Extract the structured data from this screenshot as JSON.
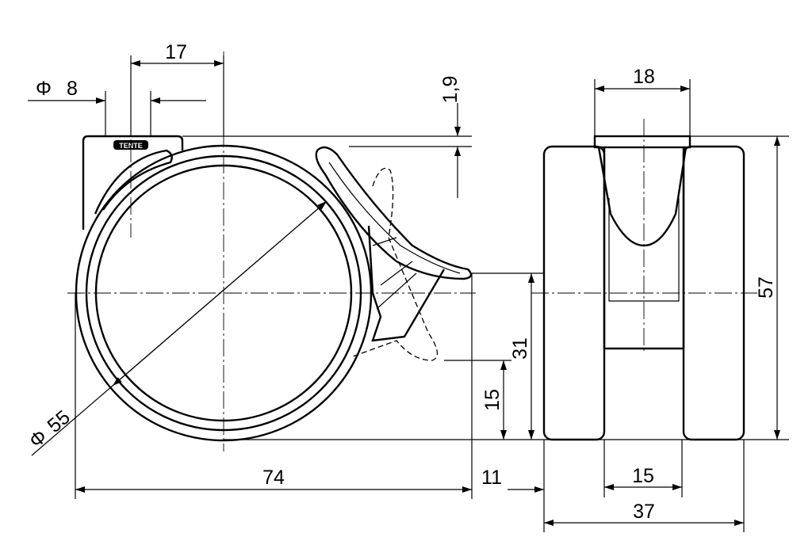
{
  "logo_text": "TENTE",
  "dimensions": {
    "hole_diameter": "8",
    "diameter_symbol": "Φ",
    "offset": "17",
    "brake_gap": "1,9",
    "wheel_diameter": "55",
    "overall_length": "74",
    "brake_overhang": "11",
    "top_plate_width": "18",
    "overall_height": "57",
    "brake_height": "31",
    "axle_height": "15",
    "inner_gap": "15",
    "overall_width": "37"
  }
}
